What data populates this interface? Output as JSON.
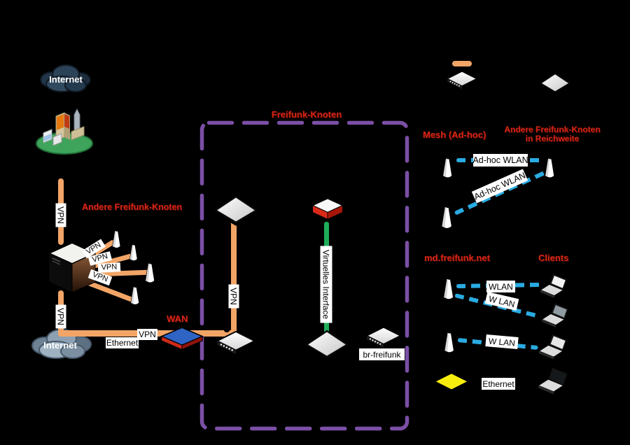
{
  "colors": {
    "background": "#000000",
    "vpn_ethernet_line": "#f2a567",
    "wlan_line": "#29abe2",
    "virtual_interface_line": "#1fae5a",
    "freifunk_box_border": "#7b4fa5",
    "heading_text": "#d62414",
    "label_bg": "#ffffff",
    "label_text": "#000000"
  },
  "left": {
    "internet_top_label": "Internet",
    "andere_heading": "Andere Freifunk-Knoten",
    "vpn_line1_label": "VPN",
    "radiating_vpn_labels": [
      "VPN",
      "VPN",
      "VPN",
      "VPN"
    ],
    "vpn_line2_label": "VPN",
    "internet_bottom_label": "Internet",
    "ethernet_label": "Ethernet",
    "vpn_wan_label": "VPN",
    "wan_heading": "WAN"
  },
  "freifunk_box": {
    "title": "Freifunk-Knoten",
    "vpn_line_label": "VPN",
    "virtual_interface_label": "Virtuelles Interface",
    "bridge_label": "br-freifunk"
  },
  "right": {
    "mesh_heading": "Mesh (Ad-hoc)",
    "neighbors_heading_line1": "Andere Freifunk-Knoten",
    "neighbors_heading_line2": "in Reichweite",
    "adhoc_label_top": "Ad-hoc WLAN",
    "adhoc_label_diag": "Ad-hoc WLAN",
    "ssid_heading": "md.freifunk.net",
    "clients_heading": "Clients",
    "wlan_label_1": "WLAN",
    "wlan_label_2": "W LAN",
    "wlan_label_3": "W LAN",
    "ethernet_label": "Ethernet"
  },
  "icons": {
    "cloud": "internet-cloud",
    "city": "city-buildings",
    "server": "vpn-server-tower",
    "antenna": "wifi-antenna",
    "switch": "router-switch",
    "diamond": "node-plate",
    "modem": "dsl-modem",
    "laptop": "client-laptop",
    "yellow_plate": "ethernet-device",
    "legend_line": "orange-connection-line"
  }
}
